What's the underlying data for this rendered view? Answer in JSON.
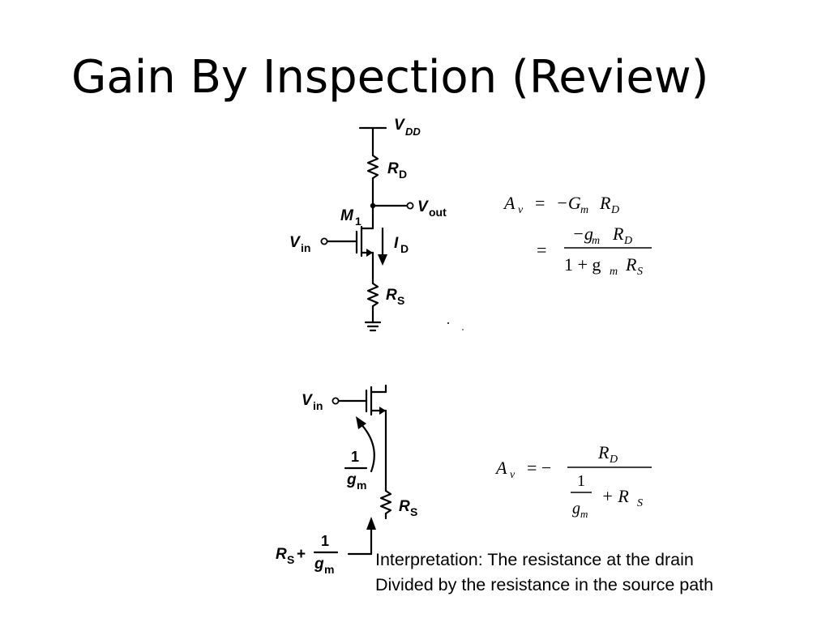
{
  "slide": {
    "title": "Gain By Inspection (Review)",
    "interpretation": [
      "Interpretation: The resistance  at the drain",
      "Divided by the resistance in the source path"
    ]
  },
  "circuit1": {
    "vdd_label": "V",
    "vdd_sub": "DD",
    "rd_label": "R",
    "rd_sub": "D",
    "vout_label": "V",
    "vout_sub": "out",
    "m1_label": "M",
    "m1_sub": "1",
    "vin_label": "V",
    "vin_sub": "in",
    "id_label": "I",
    "id_sub": "D",
    "rs_label": "R",
    "rs_sub": "S"
  },
  "equation1": {
    "line1_lhs": "A",
    "line1_lhs_sub": "v",
    "line1_eq": "=",
    "line1_rhs": "−G",
    "line1_rhs_sub": "m",
    "line1_rhs2": "R",
    "line1_rhs2_sub": "D",
    "line2_eq": "=",
    "line2_num": "−g",
    "line2_num_sub": "m",
    "line2_num2": "R",
    "line2_num2_sub": "D",
    "line2_den1": "1 + g",
    "line2_den_sub": "m",
    "line2_den2": "R",
    "line2_den2_sub": "S"
  },
  "circuit2": {
    "vin_label": "V",
    "vin_sub": "in",
    "one": "1",
    "gm_label": "g",
    "gm_sub": "m",
    "rs_label": "R",
    "rs_sub": "S",
    "rs_plus": "R",
    "rs_plus_sub": "S",
    "plus": "+",
    "one2": "1",
    "gm2_label": "g",
    "gm2_sub": "m"
  },
  "equation2": {
    "lhs": "A",
    "lhs_sub": "v",
    "eq": "= −",
    "num": "R",
    "num_sub": "D",
    "den_one": "1",
    "den_g": "g",
    "den_g_sub": "m",
    "den_plus": "+ R",
    "den_plus_sub": "S"
  }
}
